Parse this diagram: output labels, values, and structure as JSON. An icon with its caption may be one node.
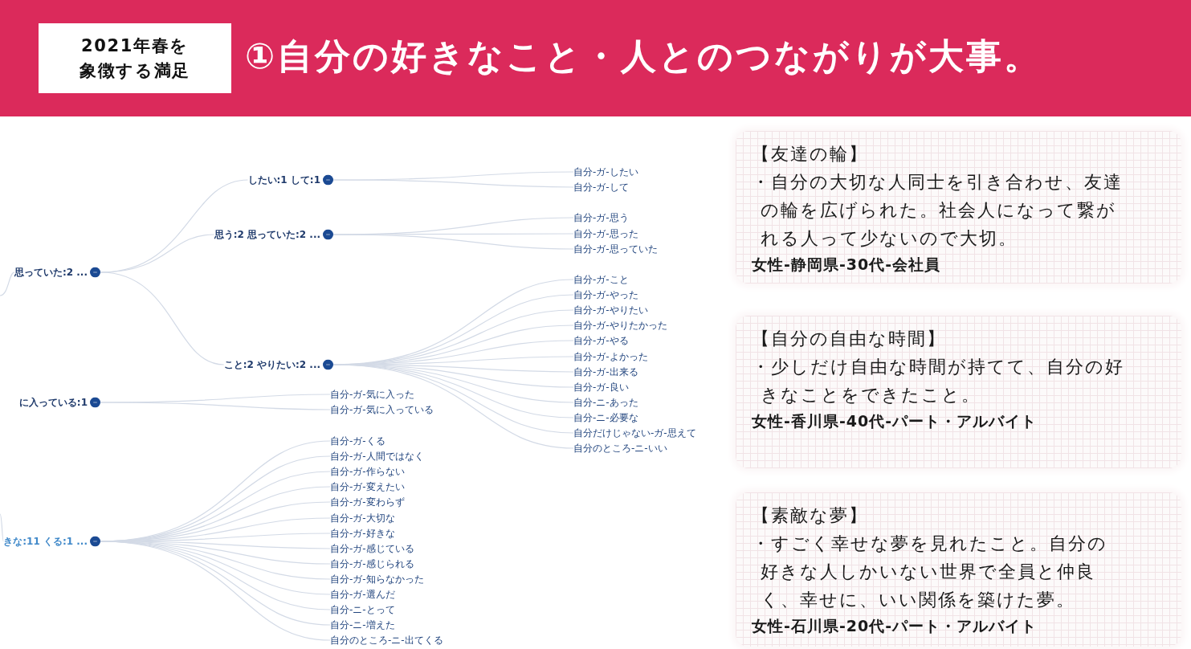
{
  "diagram": {
    "title": "①自分の好きなこと・人とのつながりが大事。",
    "nodes": [
      {
        "text": [
          "2021年春を象徴する満足"
        ]
      },
      {
        "text": [
          "思っていた:2 ..."
        ]
      },
      {
        "text": [
          "したい:1 して:1"
        ]
      },
      {
        "text": [
          "自分-ガ-したい"
        ]
      },
      {
        "text": [
          "自分-ガ-して"
        ]
      },
      {
        "text": [
          "思う:2 思っていた:2 ..."
        ]
      },
      {
        "text": [
          "自分-ガ-思う"
        ]
      },
      {
        "text": [
          "自分-ガ-思った"
        ]
      },
      {
        "text": [
          "自分-ガ-思っていた"
        ]
      },
      {
        "text": [
          "こと:2 やりたい:2 ..."
        ]
      },
      {
        "text": [
          "自分-ガ-こと"
        ]
      },
      {
        "text": [
          "自分-ガ-やった"
        ]
      },
      {
        "text": [
          "自分-ガ-やりたい"
        ]
      },
      {
        "text": [
          "自分-ガ-やりたかった"
        ]
      },
      {
        "text": [
          "自分-ガ-やる"
        ]
      },
      {
        "text": [
          "自分-ガ-よかった"
        ]
      },
      {
        "text": [
          "自分-ガ-出来る"
        ]
      },
      {
        "text": [
          "自分-ガ-良い"
        ]
      },
      {
        "text": [
          "自分-ニ-あった"
        ]
      },
      {
        "text": [
          "自分-ニ-必要な"
        ]
      },
      {
        "text": [
          "自分だけじゃない-ガ-思えて"
        ]
      },
      {
        "text": [
          "自分のところ-ニ-いい"
        ]
      },
      {
        "text": [
          "に入っている:1"
        ]
      },
      {
        "text": [
          "自分-ガ-気に入った"
        ]
      },
      {
        "text": [
          "自分-ガ-気に入っている"
        ]
      },
      {
        "text": [
          "きな:11 くる:1 ..."
        ]
      },
      {
        "text": [
          "自分-ガ-くる"
        ]
      },
      {
        "text": [
          "自分-ガ-人間ではなく"
        ]
      },
      {
        "text": [
          "自分-ガ-作らない"
        ]
      },
      {
        "text": [
          "自分-ガ-変えたい"
        ]
      },
      {
        "text": [
          "自分-ガ-変わらず"
        ]
      },
      {
        "text": [
          "自分-ガ-大切な"
        ]
      },
      {
        "text": [
          "自分-ガ-好きな"
        ]
      },
      {
        "text": [
          "自分-ガ-感じている"
        ]
      },
      {
        "text": [
          "自分-ガ-感じられる"
        ]
      },
      {
        "text": [
          "自分-ガ-知らなかった"
        ]
      },
      {
        "text": [
          "自分-ガ-選んだ"
        ]
      },
      {
        "text": [
          "自分-ニ-とって"
        ]
      },
      {
        "text": [
          "自分-ニ-増えた"
        ]
      },
      {
        "text": [
          "自分のところ-ニ-出てくる"
        ]
      },
      {
        "text": [
          "【友達の輪】",
          "・自分の大切な人同士を引き合わせ、友達の輪を広げられた。社会人になって繋がれる人って少ないので大切。",
          "女性-静岡県-30代-会社員"
        ]
      },
      {
        "text": [
          "【自分の自由な時間】",
          "・少しだけ自由な時間が持てて、自分の好きなことをできたこと。",
          "女性-香川県-40代-パート・アルバイト"
        ]
      },
      {
        "text": [
          "【素敵な夢】",
          "・すごく幸せな夢を見れたこと。自分の好きな人しかいない世界で全員と仲良く、幸せに、いい関係を築けた夢。",
          "女性-石川県-20代-パート・アルバイト"
        ]
      }
    ],
    "edges": [
      {
        "from": null,
        "to": 1,
        "arrow": "none"
      },
      {
        "from": 1,
        "to": 2,
        "arrow": "none"
      },
      {
        "from": 2,
        "to": 3,
        "arrow": "none"
      },
      {
        "from": 2,
        "to": 4,
        "arrow": "none"
      },
      {
        "from": 1,
        "to": 5,
        "arrow": "none"
      },
      {
        "from": 5,
        "to": 6,
        "arrow": "none"
      },
      {
        "from": 5,
        "to": 7,
        "arrow": "none"
      },
      {
        "from": 5,
        "to": 8,
        "arrow": "none"
      },
      {
        "from": 1,
        "to": 9,
        "arrow": "none"
      },
      {
        "from": 9,
        "to": 10,
        "arrow": "none"
      },
      {
        "from": 9,
        "to": 11,
        "arrow": "none"
      },
      {
        "from": 9,
        "to": 12,
        "arrow": "none"
      },
      {
        "from": 9,
        "to": 13,
        "arrow": "none"
      },
      {
        "from": 9,
        "to": 14,
        "arrow": "none"
      },
      {
        "from": 9,
        "to": 15,
        "arrow": "none"
      },
      {
        "from": 9,
        "to": 16,
        "arrow": "none"
      },
      {
        "from": 9,
        "to": 17,
        "arrow": "none"
      },
      {
        "from": 9,
        "to": 18,
        "arrow": "none"
      },
      {
        "from": 9,
        "to": 19,
        "arrow": "none"
      },
      {
        "from": 9,
        "to": 20,
        "arrow": "none"
      },
      {
        "from": 9,
        "to": 21,
        "arrow": "none"
      },
      {
        "from": 22,
        "to": 23,
        "arrow": "none"
      },
      {
        "from": 22,
        "to": 24,
        "arrow": "none"
      },
      {
        "from": null,
        "to": 25,
        "arrow": "none"
      },
      {
        "from": 25,
        "to": 26,
        "arrow": "none"
      },
      {
        "from": 25,
        "to": 27,
        "arrow": "none"
      },
      {
        "from": 25,
        "to": 28,
        "arrow": "none"
      },
      {
        "from": 25,
        "to": 29,
        "arrow": "none"
      },
      {
        "from": 25,
        "to": 30,
        "arrow": "none"
      },
      {
        "from": 25,
        "to": 31,
        "arrow": "none"
      },
      {
        "from": 25,
        "to": 32,
        "arrow": "none"
      },
      {
        "from": 25,
        "to": 33,
        "arrow": "none"
      },
      {
        "from": 25,
        "to": 34,
        "arrow": "none"
      },
      {
        "from": 25,
        "to": 35,
        "arrow": "none"
      },
      {
        "from": 25,
        "to": 36,
        "arrow": "none"
      },
      {
        "from": 25,
        "to": 37,
        "arrow": "none"
      },
      {
        "from": 25,
        "to": 38,
        "arrow": "none"
      },
      {
        "from": 25,
        "to": 39,
        "arrow": "none"
      }
    ]
  }
}
